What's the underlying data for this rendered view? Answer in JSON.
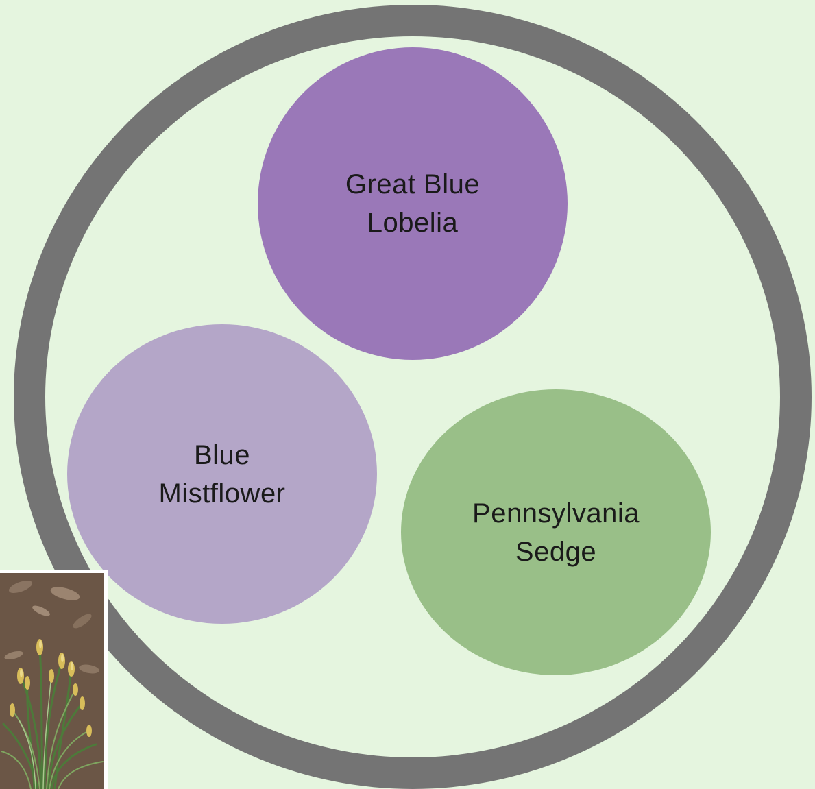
{
  "diagram": {
    "colors": {
      "background": "#e5f5df",
      "ring": "#747474",
      "lobelia": "#9a78b8",
      "mistflower": "#b4a6c8",
      "sedge": "#99bf88"
    },
    "plants": [
      {
        "id": "lobelia",
        "label": "Great Blue Lobelia"
      },
      {
        "id": "mistflower",
        "label": "Blue Mistflower"
      },
      {
        "id": "sedge",
        "label": "Pennsylvania Sedge"
      }
    ],
    "photo": {
      "icon": "sedge-plant-photo"
    }
  }
}
